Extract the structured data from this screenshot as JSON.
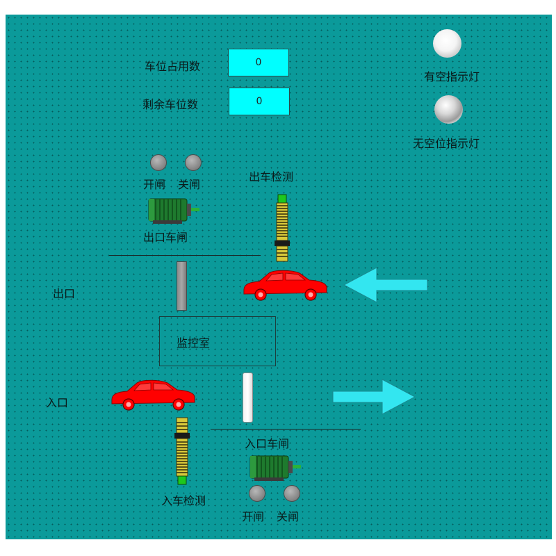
{
  "counters": {
    "occupied_label": "车位占用数",
    "occupied_value": "0",
    "remaining_label": "剩余车位数",
    "remaining_value": "0"
  },
  "indicators": {
    "vacant_label": "有空指示灯",
    "full_label": "无空位指示灯"
  },
  "exit_section": {
    "open_label": "开闸",
    "close_label": "关闸",
    "gate_label": "出口车闸",
    "detector_label": "出车检测",
    "area_label": "出口"
  },
  "control_room": {
    "label": "监控室"
  },
  "entry_section": {
    "area_label": "入口",
    "gate_label": "入口车闸",
    "detector_label": "入车检测",
    "open_label": "开闸",
    "close_label": "关闸"
  },
  "colors": {
    "background": "#0b9a9a",
    "value_box": "#00ffff",
    "car": "#ff0000",
    "arrow": "#33e6f0",
    "motor": "#1e7a2e"
  },
  "icons": {
    "car": "car-icon",
    "motor": "motor-icon",
    "sensor": "proximity-sensor-icon",
    "arrow_left": "arrow-left-icon",
    "arrow_right": "arrow-right-icon"
  }
}
